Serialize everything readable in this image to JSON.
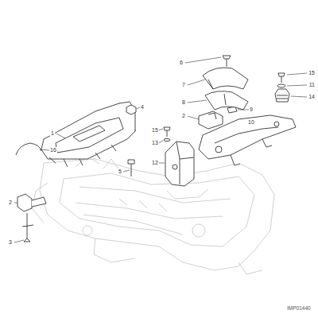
{
  "diagram": {
    "labels": [
      "6",
      "15",
      "11",
      "14",
      "4",
      "7",
      "8",
      "2",
      "9",
      "10",
      "16",
      "1",
      "15",
      "13",
      "12",
      "5",
      "2",
      "3",
      "IMP01440"
    ]
  }
}
